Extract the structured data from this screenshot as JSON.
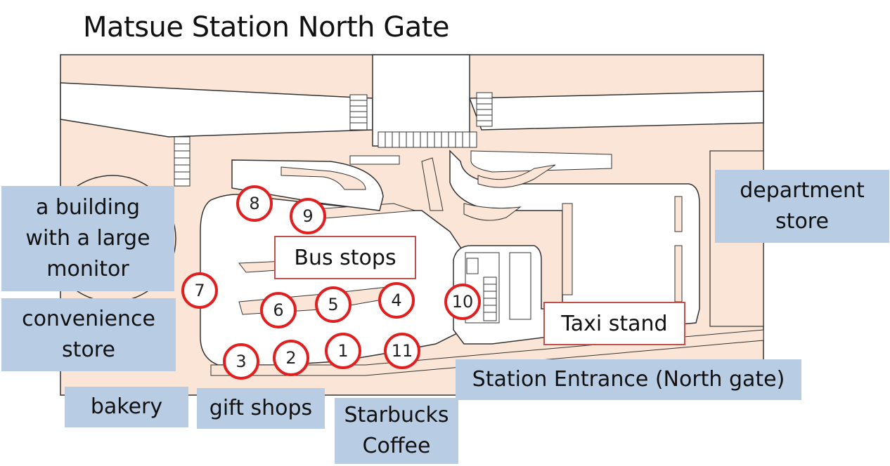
{
  "title": "Matsue Station North Gate",
  "colors": {
    "ground": "#fbe5d6",
    "roads": "#ffffff",
    "label_fill": "#b8cce4",
    "box_border": "#c0504d",
    "stop_ring": "#e02020"
  },
  "labels": {
    "building_monitor": [
      "a building",
      "with a large",
      "monitor"
    ],
    "convenience": [
      "convenience",
      "store"
    ],
    "bakery": "bakery",
    "gift_shops": "gift shops",
    "starbucks": [
      "Starbucks",
      "Coffee"
    ],
    "station_entrance": "Station Entrance (North gate)",
    "department_store": [
      "department",
      "store"
    ],
    "bus_stops": "Bus stops",
    "taxi_stand": "Taxi stand"
  },
  "stops": [
    "1",
    "2",
    "3",
    "4",
    "5",
    "6",
    "7",
    "8",
    "9",
    "10",
    "11"
  ]
}
